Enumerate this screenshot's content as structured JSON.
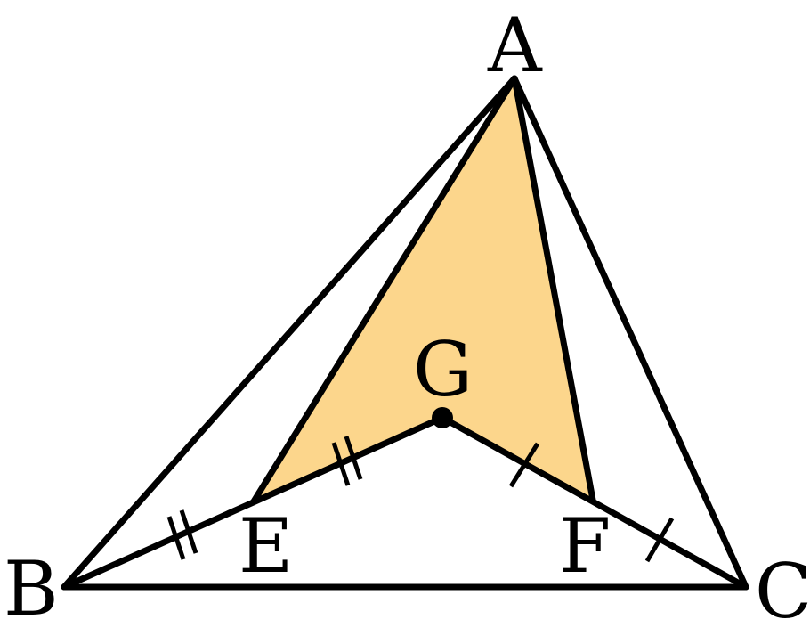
{
  "labels": {
    "A": "A",
    "B": "B",
    "C": "C",
    "E": "E",
    "F": "F",
    "G": "G"
  },
  "colors": {
    "fill": "#fcd68c",
    "stroke": "#000000"
  }
}
